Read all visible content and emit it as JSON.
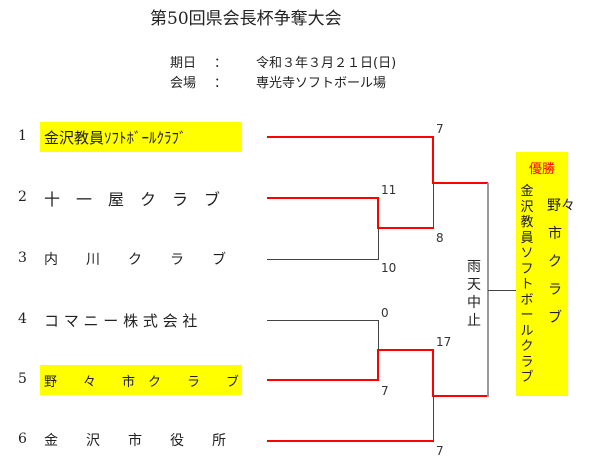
{
  "title": "第50回県会長杯争奪大会",
  "info": [
    {
      "label": "期日",
      "colon": "：",
      "value": "令和３年３月２１日(日)"
    },
    {
      "label": "会場",
      "colon": "：",
      "value": "専光寺ソフトボール場"
    }
  ],
  "teams": [
    {
      "seed": "1",
      "name": "金沢教員ｿﾌﾄﾎﾞｰﾙｸﾗﾌﾞ",
      "highlighted": true
    },
    {
      "seed": "2",
      "name": "十　一　屋　ク　ラ　ブ",
      "highlighted": false
    },
    {
      "seed": "3",
      "name": "内　　川　　ク　　ラ　　ブ",
      "highlighted": false
    },
    {
      "seed": "4",
      "name": "コ マ ニ ー 株 式 会 社",
      "highlighted": false
    },
    {
      "seed": "5",
      "name": "野　　々　　市　ク　　ラ　　ブ",
      "highlighted": true
    },
    {
      "seed": "6",
      "name": "金　　沢　　市　　役　　所",
      "highlighted": false
    }
  ],
  "scores": {
    "r1_top_team2": "11",
    "r1_top_team3": "10",
    "r1_bottom_team4": "0",
    "r1_bottom_team5": "7",
    "semi_top_team1": "7",
    "semi_top_winner23": "8",
    "semi_bottom_winner45": "17",
    "semi_bottom_team6": "7"
  },
  "final_note": "雨天中止",
  "champion": {
    "label": "優勝",
    "teams": [
      "金沢教員ソフトボールクラブ",
      "野々市クラブ"
    ]
  },
  "colors": {
    "highlight": "#ffff00",
    "winner_line": "#ff0000",
    "loser_line": "#444444",
    "champion_label": "#ff0000"
  }
}
